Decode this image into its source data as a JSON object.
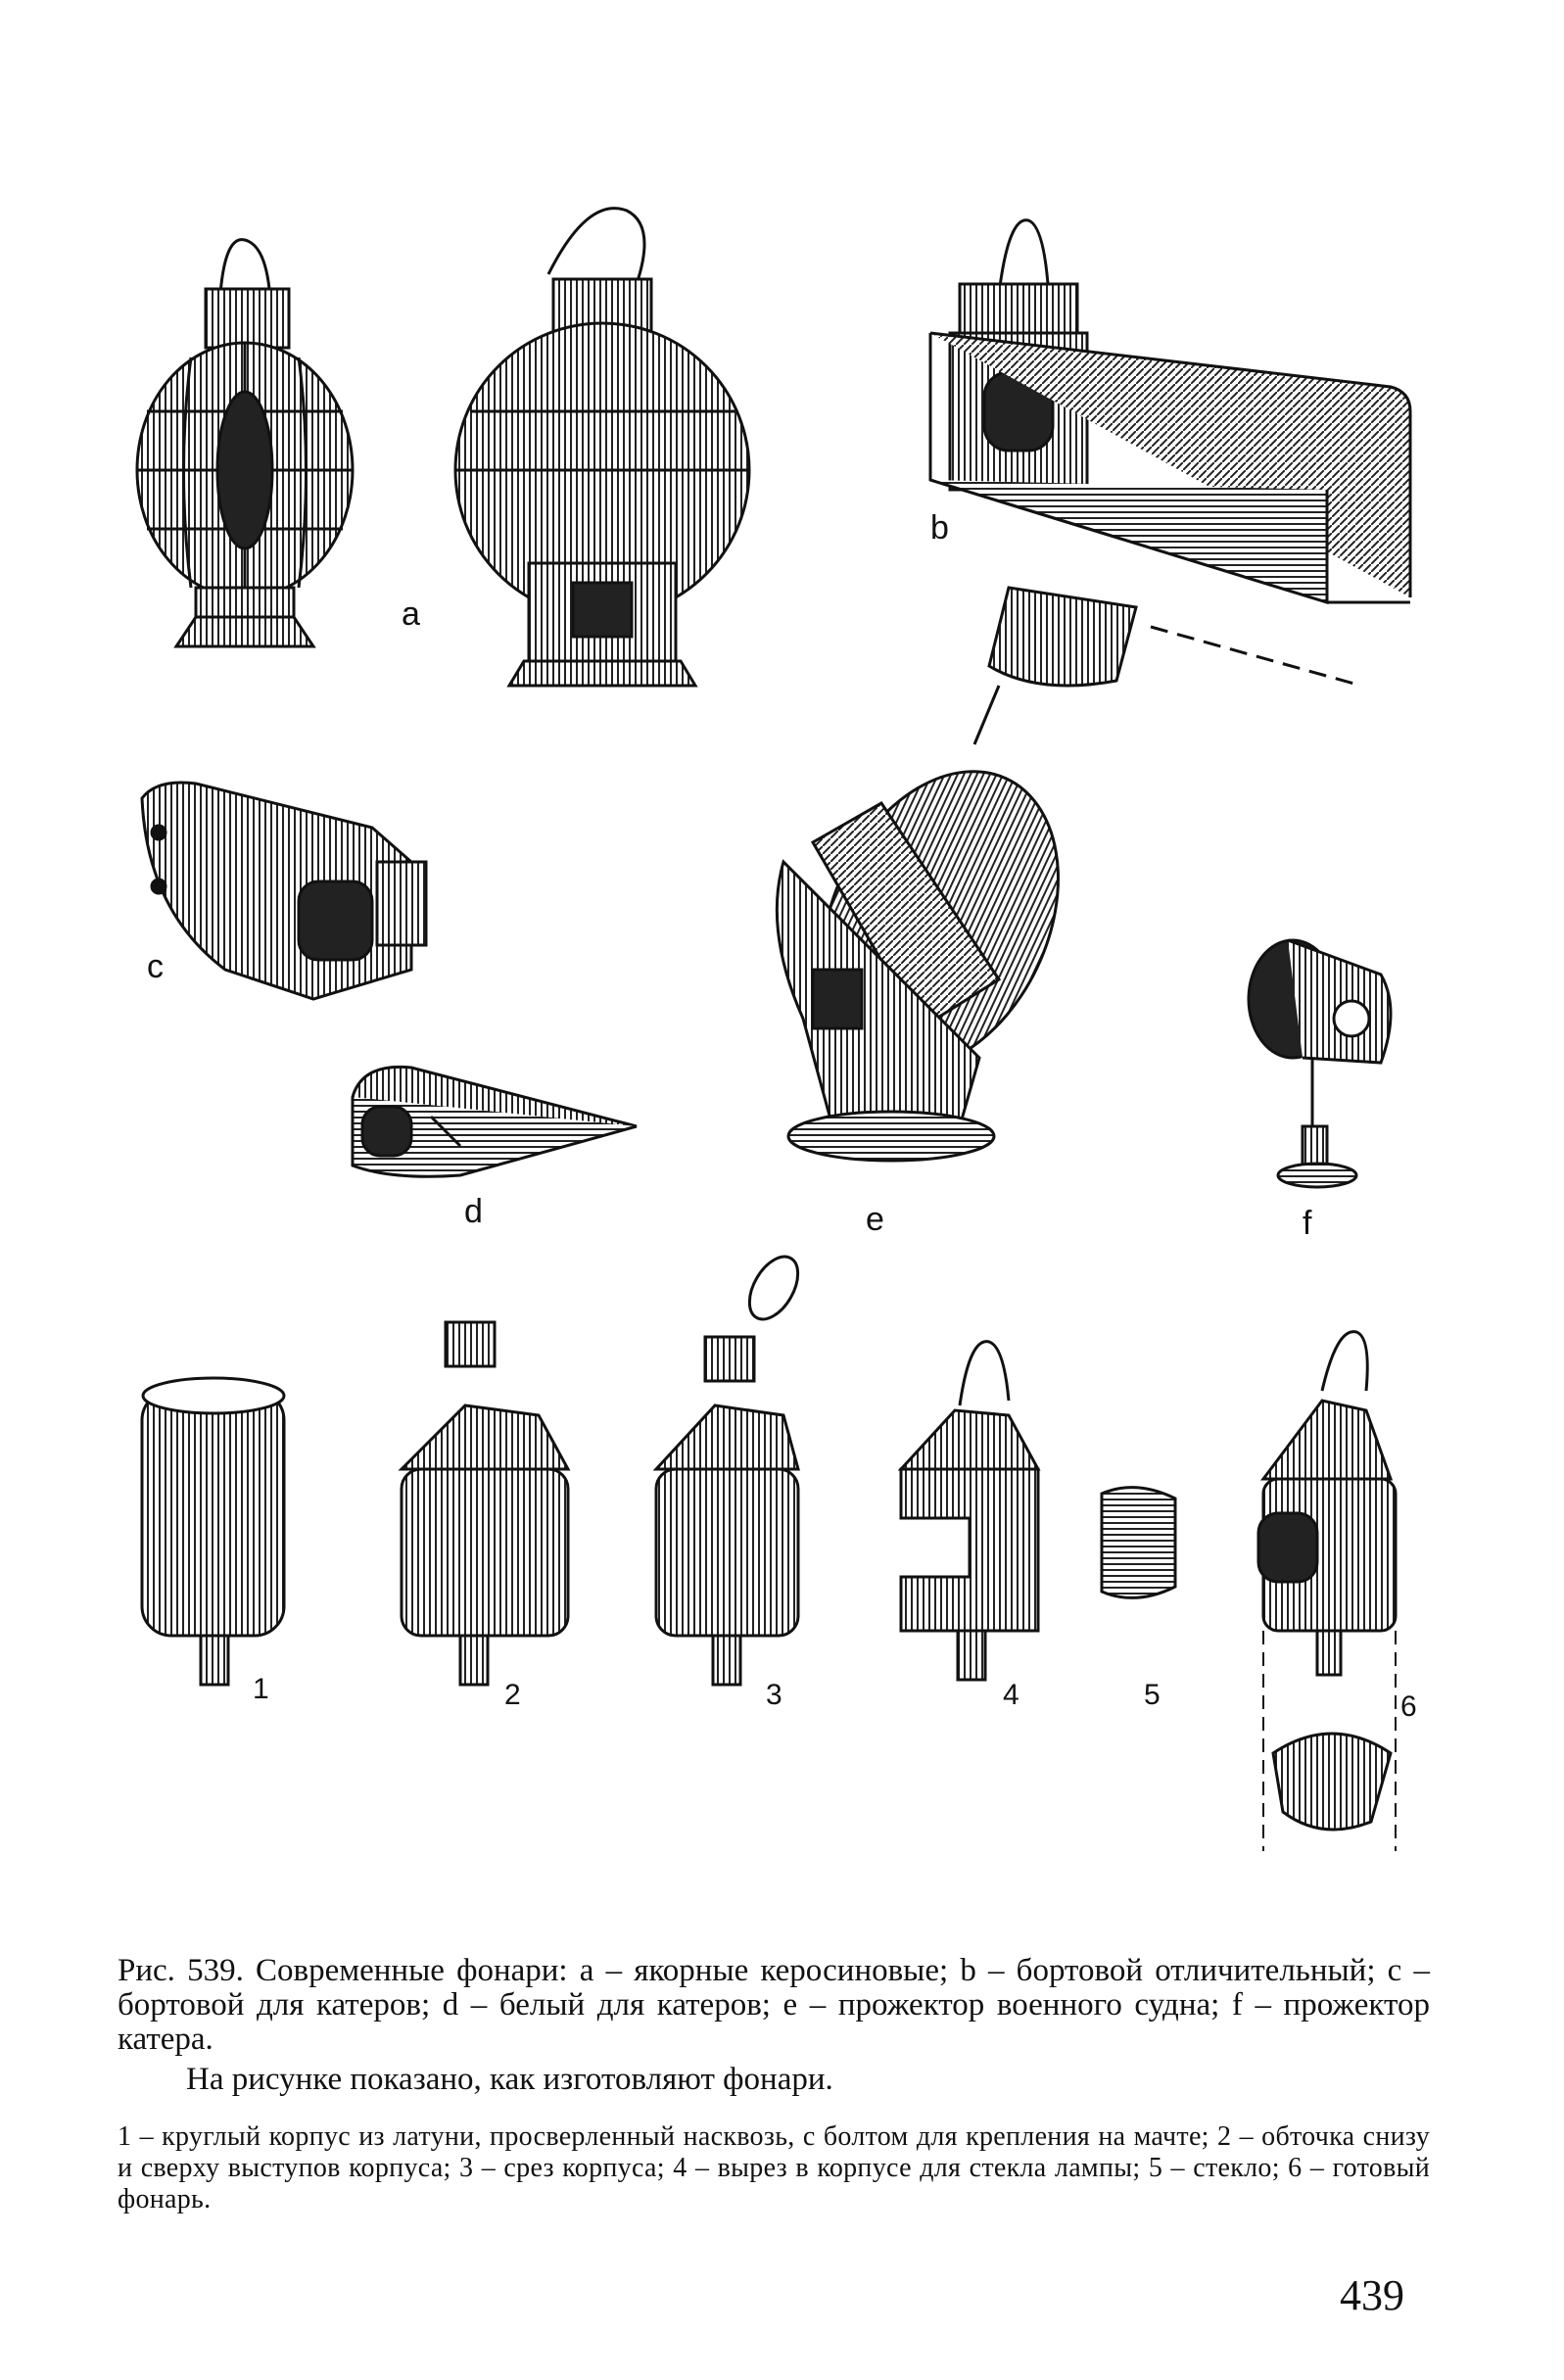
{
  "figure": {
    "labels": {
      "a": "a",
      "b": "b",
      "c": "c",
      "d": "d",
      "e": "e",
      "f": "f",
      "n1": "1",
      "n2": "2",
      "n3": "3",
      "n4": "4",
      "n5": "5",
      "n6": "6"
    }
  },
  "caption": {
    "main": "Рис. 539. Современные фонари: a – якорные керосиновые; b – бортовой отличительный; c – бортовой для катеров; d – белый для катеров; e – прожектор военного судна; f – прожектор катера.",
    "intro": "На рисунке показано, как изготовляют фонари.",
    "steps": "1 – круглый корпус из латуни, просверленный насквозь, с болтом для крепления на мачте; 2 – обточка снизу и сверху выступов корпуса; 3 – срез корпуса; 4 – вырез в корпусе для стекла лампы; 5 – стекло; 6 – готовый фонарь."
  },
  "page_number": "439"
}
